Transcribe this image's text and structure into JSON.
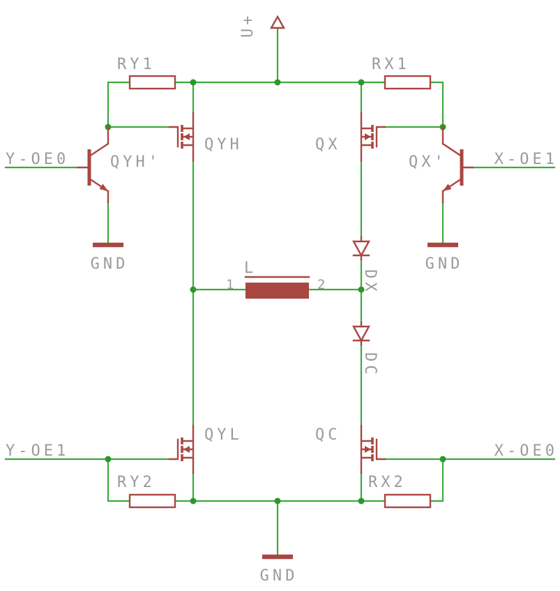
{
  "colors": {
    "background": "#ffffff",
    "wire": "#3caa3c",
    "junction": "#2e962e",
    "part": "#a84742",
    "text": "#9a9a9a"
  },
  "nets": {
    "supply": "U+",
    "gnd": "GND",
    "y_oe0": "Y-OE0",
    "x_oe1": "X-OE1",
    "y_oe1": "Y-OE1",
    "x_oe0": "X-OE0"
  },
  "components": {
    "ry1": "RY1",
    "rx1": "RX1",
    "ry2": "RY2",
    "rx2": "RX2",
    "qyh": "QYH",
    "qyh_drv": "QYH'",
    "qx": "QX",
    "qx_drv": "QX'",
    "qyl": "QYL",
    "qc": "QC",
    "l": "L",
    "dx": "DX",
    "dc": "DC"
  },
  "pins": {
    "l1": "1",
    "l2": "2"
  }
}
